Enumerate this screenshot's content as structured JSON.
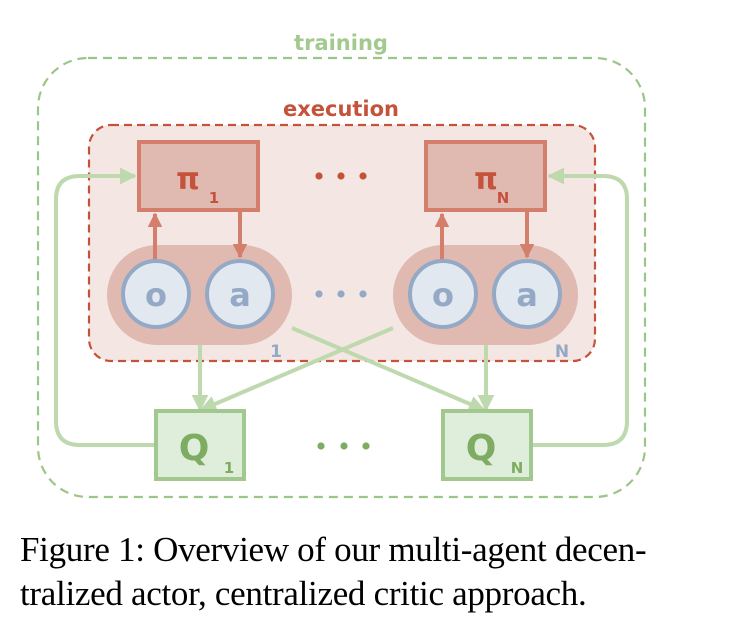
{
  "colors": {
    "training": "#9cc58a",
    "training_text": "#a3c98f",
    "training_arrow": "#bdd9ad",
    "execution": "#c5533c",
    "execution_fill": "#f3e6e3",
    "policy_fill": "#e0b9b0",
    "policy_stroke": "#d47e6c",
    "agent_pill": "#e0b9b0",
    "circle_fill": "#e1e8f0",
    "circle_stroke": "#94a9c5",
    "critic_fill": "#dfeedb",
    "critic_stroke": "#a1c98f",
    "critic_text": "#7eac62"
  },
  "labels": {
    "training": "training",
    "execution": "execution",
    "ellipsis": "• • •"
  },
  "policies": [
    {
      "symbol": "π",
      "subscript": "1"
    },
    {
      "symbol": "π",
      "subscript": "N"
    }
  ],
  "agents": [
    {
      "observation": "o",
      "action": "a",
      "index": "1"
    },
    {
      "observation": "o",
      "action": "a",
      "index": "N"
    }
  ],
  "critics": [
    {
      "symbol": "Q",
      "subscript": "1"
    },
    {
      "symbol": "Q",
      "subscript": "N"
    }
  ],
  "caption": {
    "line1": "Figure 1:  Overview of our multi-agent decen-",
    "line2": "tralized actor, centralized critic approach."
  }
}
